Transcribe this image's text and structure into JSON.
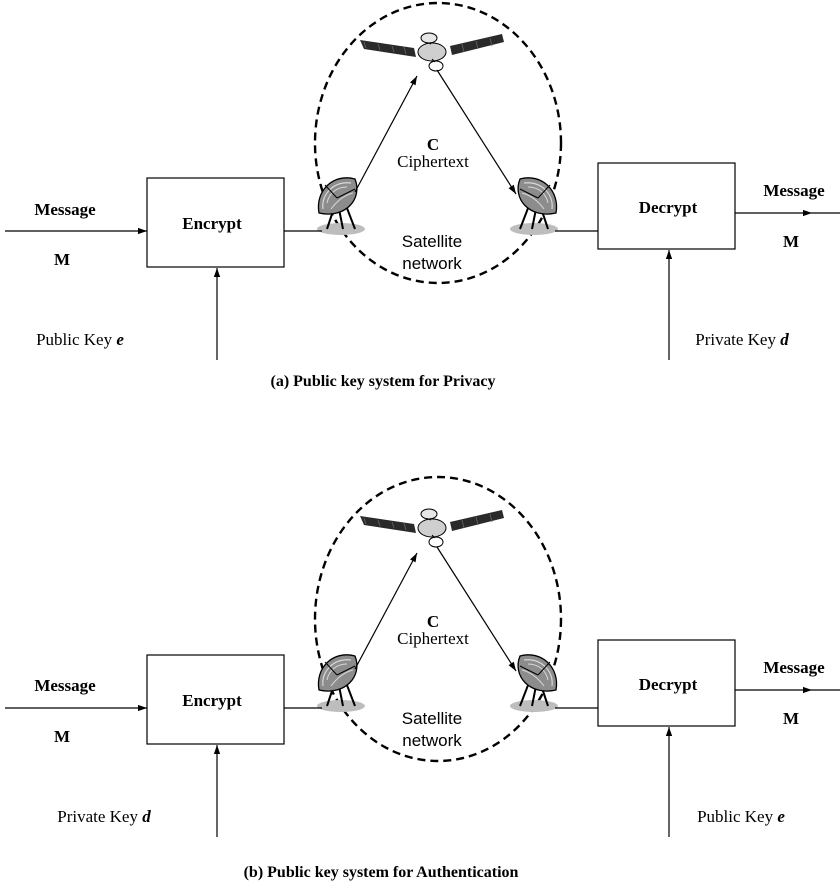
{
  "panels": [
    {
      "caption": "(a) Public key system for Privacy",
      "message_in": "Message",
      "message_in_symbol": "M",
      "encrypt_label": "Encrypt",
      "key_left_prefix": "Public Key ",
      "key_left_var": "e",
      "cipher_symbol": "C",
      "cipher_label": "Ciphertext",
      "network_line1": "Satellite",
      "network_line2": "network",
      "decrypt_label": "Decrypt",
      "message_out": "Message",
      "message_out_symbol": "M",
      "key_right_prefix": "Private Key ",
      "key_right_var": "d"
    },
    {
      "caption": "(b) Public key system for Authentication",
      "message_in": "Message",
      "message_in_symbol": "M",
      "encrypt_label": "Encrypt",
      "key_left_prefix": "Private Key ",
      "key_left_var": "d",
      "cipher_symbol": "C",
      "cipher_label": "Ciphertext",
      "network_line1": "Satellite",
      "network_line2": "network",
      "decrypt_label": "Decrypt",
      "message_out": "Message",
      "message_out_symbol": "M",
      "key_right_prefix": "Public Key ",
      "key_right_var": "e"
    }
  ]
}
